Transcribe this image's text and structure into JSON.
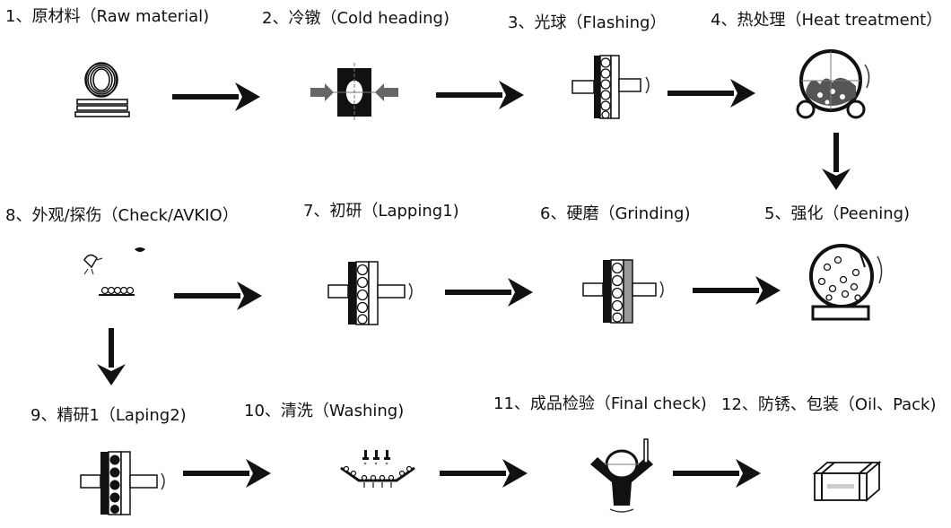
{
  "steps": [
    {
      "label": "1、原材料（Raw material)"
    },
    {
      "label": "2、冷镦（Cold heading)"
    },
    {
      "label": "3、光球（Flashing）"
    },
    {
      "label": "4、热处理（Heat treatment）"
    },
    {
      "label": "5、强化（Peening)"
    },
    {
      "label": "6、硬磨（Grinding)"
    },
    {
      "label": "7、初研（Lapping1)"
    },
    {
      "label": "8、外观/探伤（Check/AVKIO）"
    },
    {
      "label": "9、精研1（Laping2)"
    },
    {
      "label": "10、清洗（Washing)"
    },
    {
      "label": "11、成品检验（Final check)"
    },
    {
      "label": "12、防锈、包装（Oil、Pack)"
    }
  ]
}
